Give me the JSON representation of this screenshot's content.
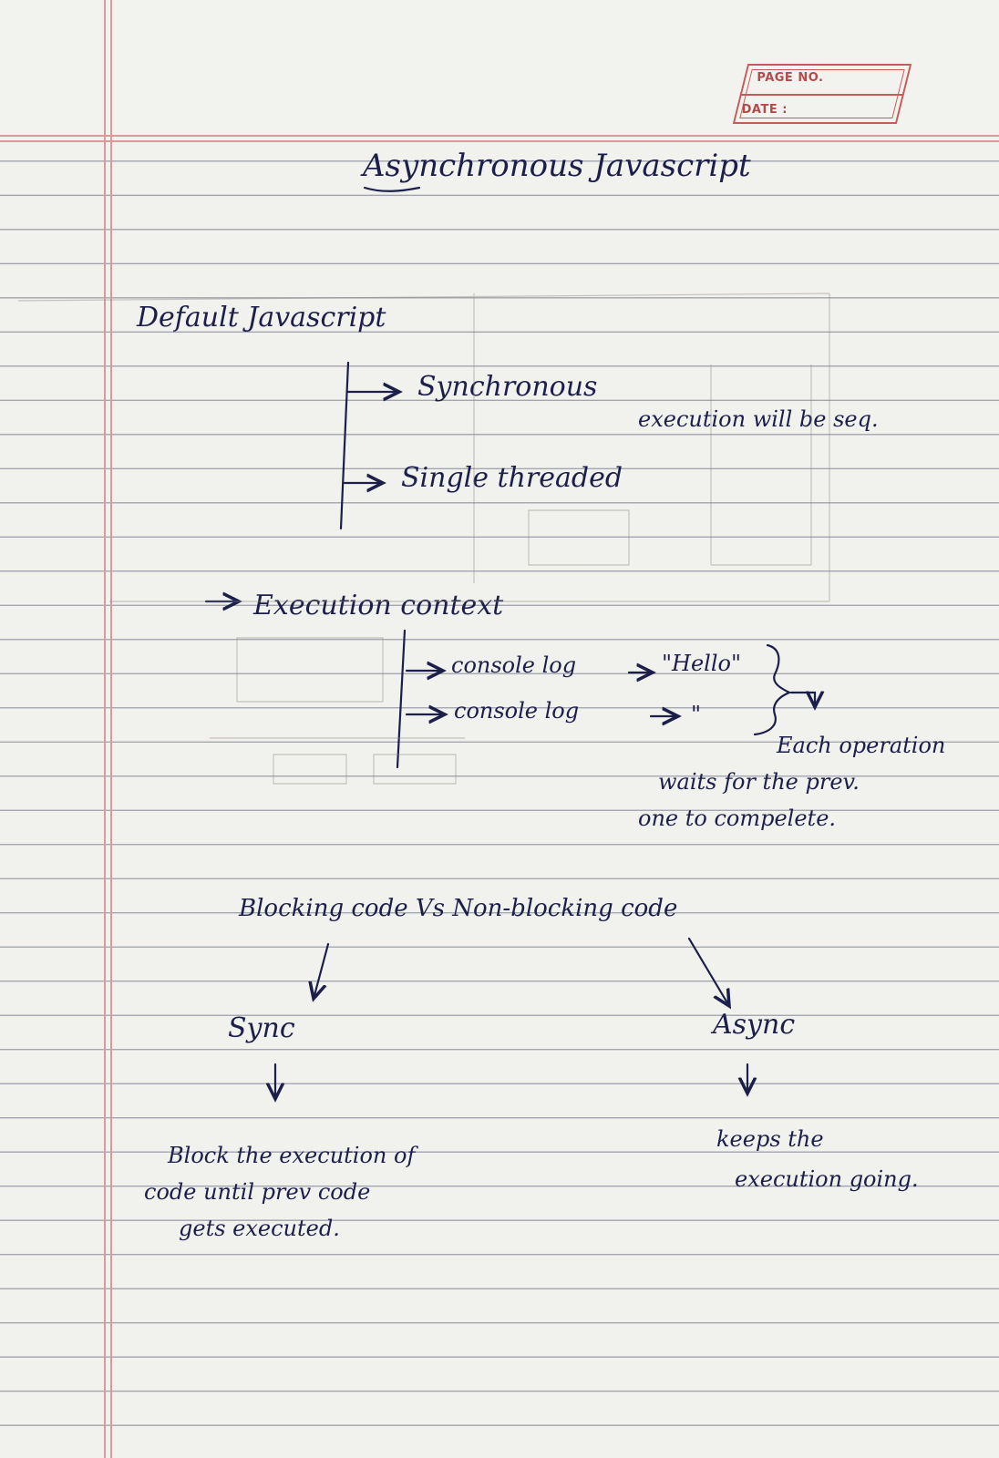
{
  "header": {
    "page_no_label": "PAGE NO.",
    "date_label": "DATE :"
  },
  "notes": {
    "title": "Asynchronous Javascript",
    "default_heading": "Default Javascript",
    "synchronous": "Synchronous",
    "seq_note": "execution will be seq.",
    "single_threaded": "Single threaded",
    "execution_context": "Execution context",
    "console_log_1": "console log",
    "hello_value": "\"Hello\"",
    "console_log_2": "console log",
    "ditto_mark": "\"",
    "each_operation": "Each operation",
    "waits_for": "waits for the prev.",
    "one_to_complete": "one to compelete.",
    "blocking_vs": "Blocking code Vs Non-blocking code",
    "sync_label": "Sync",
    "async_label": "Async",
    "block_line_1": "Block the execution of",
    "block_line_2": "code until prev code",
    "block_line_3": "gets executed.",
    "keeps_line_1": "keeps the",
    "keeps_line_2": "execution going."
  },
  "colors": {
    "ink": "#1c1f4a",
    "margin_red": "#d99a9a",
    "stamp_red": "#c65b5b"
  }
}
